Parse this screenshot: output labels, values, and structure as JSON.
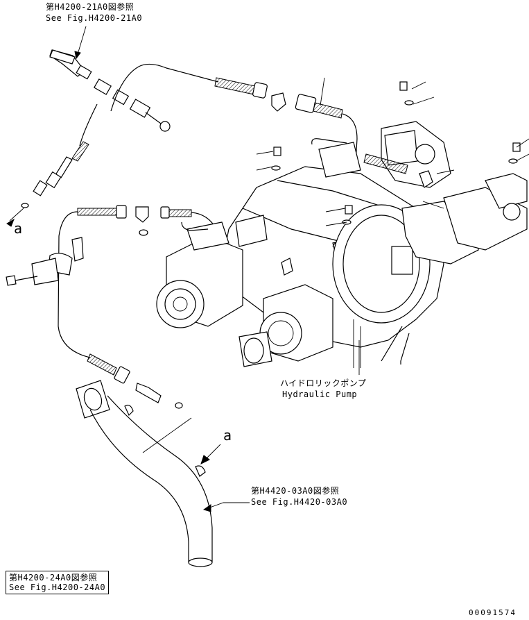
{
  "refs": {
    "top_left": {
      "jp": "第H4200-21A0図参照",
      "en": "See Fig.H4200-21A0"
    },
    "middle_right": {
      "jp": "第H4420-03A0図参照",
      "en": "See Fig.H4420-03A0"
    },
    "bottom_left": {
      "jp": "第H4200-24A0図参照",
      "en": "See Fig.H4200-24A0"
    }
  },
  "pump_label": {
    "jp": "ハイドロリックポンプ",
    "en": "Hydraulic Pump"
  },
  "markers": {
    "left": "a",
    "pipe": "a"
  },
  "figure_number": "00091574"
}
